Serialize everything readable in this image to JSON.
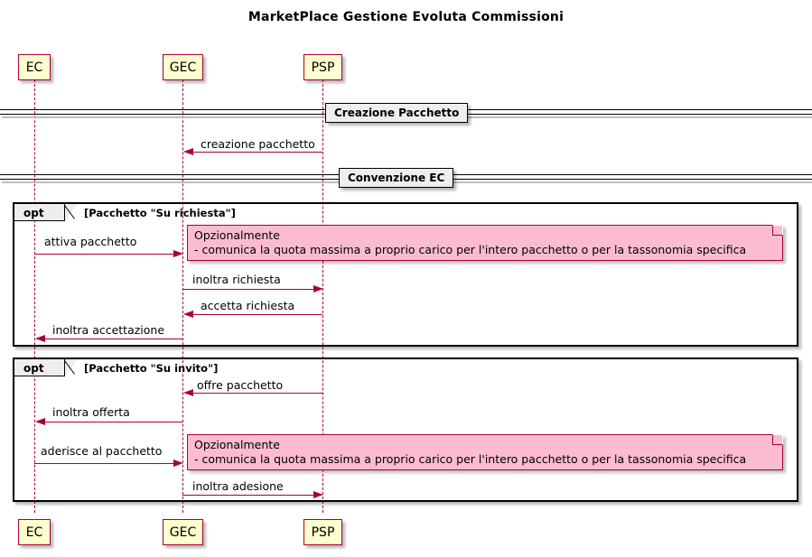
{
  "diagram": {
    "title": "MarketPlace Gestione Evoluta Commissioni",
    "type": "sequence-diagram",
    "colors": {
      "participant_fill": "#FEFECE",
      "participant_border": "#A80036",
      "arrow": "#A80036",
      "note_fill": "#FBBBD0",
      "note_border": "#A80036",
      "frame_border": "#000000",
      "divider_fill": "#EEEEEE"
    }
  },
  "participants": [
    {
      "name": "EC",
      "label": "EC"
    },
    {
      "name": "GEC",
      "label": "GEC"
    },
    {
      "name": "PSP",
      "label": "PSP"
    }
  ],
  "dividers": [
    {
      "label": "Creazione Pacchetto"
    },
    {
      "label": "Convenzione EC"
    }
  ],
  "fragments": [
    {
      "keyword": "opt",
      "condition": "[Pacchetto \"Su richiesta\"]"
    },
    {
      "keyword": "opt",
      "condition": "[Pacchetto \"Su invito\"]"
    }
  ],
  "messages": [
    {
      "label": "creazione pacchetto",
      "from": "PSP",
      "to": "GEC",
      "direction": "left"
    },
    {
      "label": "attiva pacchetto",
      "from": "EC",
      "to": "GEC",
      "direction": "right"
    },
    {
      "label": "inoltra richiesta",
      "from": "GEC",
      "to": "PSP",
      "direction": "right"
    },
    {
      "label": "accetta richiesta",
      "from": "PSP",
      "to": "GEC",
      "direction": "left"
    },
    {
      "label": "inoltra accettazione",
      "from": "GEC",
      "to": "EC",
      "direction": "left"
    },
    {
      "label": "offre pacchetto",
      "from": "PSP",
      "to": "GEC",
      "direction": "left"
    },
    {
      "label": "inoltra offerta",
      "from": "GEC",
      "to": "EC",
      "direction": "left"
    },
    {
      "label": "aderisce al pacchetto",
      "from": "EC",
      "to": "GEC",
      "direction": "right"
    },
    {
      "label": "inoltra adesione",
      "from": "GEC",
      "to": "PSP",
      "direction": "right"
    }
  ],
  "notes": [
    {
      "line1": "Opzionalmente",
      "line2": "- comunica la quota massima a proprio carico per l'intero pacchetto o per la tassonomia specifica"
    },
    {
      "line1": "Opzionalmente",
      "line2": "- comunica la quota massima a proprio carico per l'intero pacchetto o per la tassonomia specifica"
    }
  ]
}
